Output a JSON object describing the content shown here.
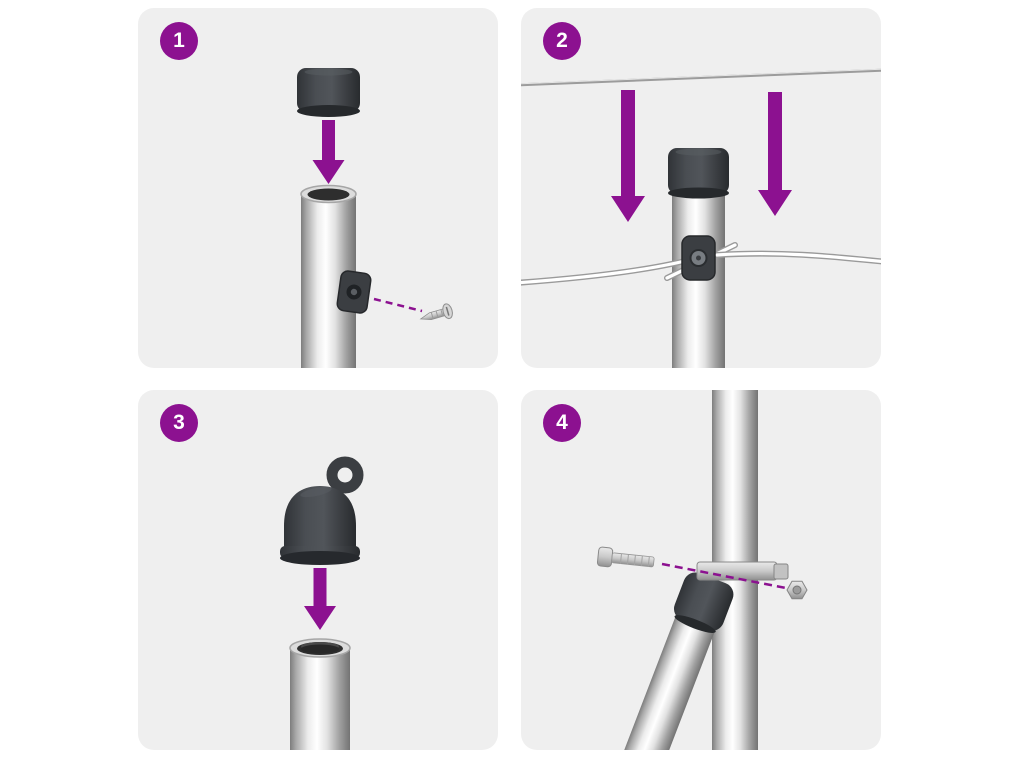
{
  "page": {
    "title": "assembly-instructions"
  },
  "colors": {
    "page-bg": "#ffffff",
    "panel-bg": "#efefef",
    "accent": "#8c1190",
    "cap-dark": "#3b3e42",
    "wire": "#ffffff",
    "metal-light": "#f2f2f2",
    "metal-dark": "#7d7d7d"
  },
  "steps": [
    {
      "number": "1",
      "illustration": "cap-pressed-onto-pole-with-screw-clip"
    },
    {
      "number": "2",
      "illustration": "wires-threaded-through-pole-clip"
    },
    {
      "number": "3",
      "illustration": "eyelet-cap-pressed-onto-pole"
    },
    {
      "number": "4",
      "illustration": "diagonal-brace-bolted-to-pole-clamp"
    }
  ]
}
